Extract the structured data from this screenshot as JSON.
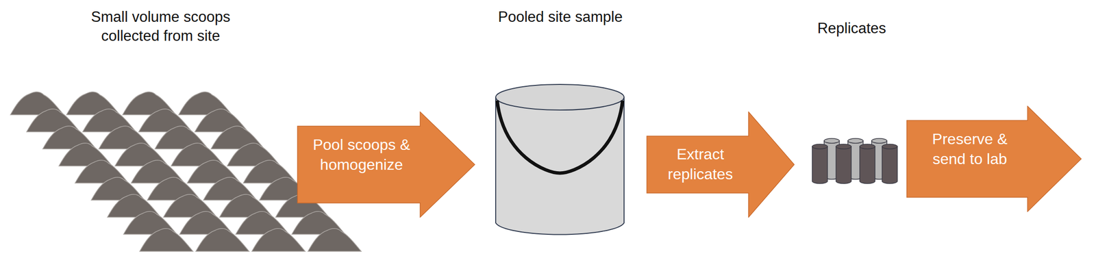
{
  "diagram": {
    "nodes": [
      {
        "text": [
          "Pool scoops & homogenize"
        ]
      },
      {
        "text": [
          "Extract replicates"
        ]
      },
      {
        "text": [
          "Preserve & send to lab"
        ]
      }
    ],
    "labels": [
      "Small volume scoops collected from site",
      "Pooled site sample",
      "Replicates"
    ]
  }
}
